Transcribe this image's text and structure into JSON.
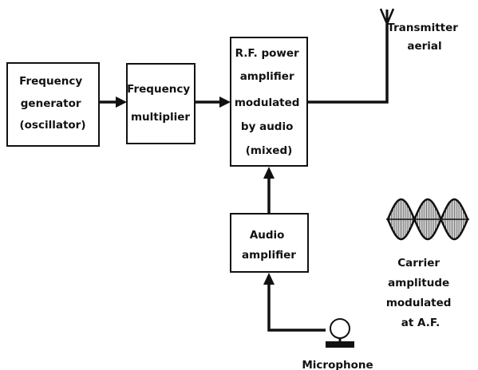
{
  "colors": {
    "ink": "#111111",
    "background": "#ffffff"
  },
  "blocks": {
    "oscillator": [
      "Frequency",
      "generator",
      "(oscillator)"
    ],
    "multiplier": [
      "Frequency",
      "multiplier"
    ],
    "rf_amp": [
      "R.F. power",
      "amplifier",
      "modulated",
      "by audio",
      "(mixed)"
    ],
    "audio_amp": [
      "Audio",
      "amplifier"
    ]
  },
  "labels": {
    "aerial": [
      "Transmitter",
      "aerial"
    ],
    "microphone": "Microphone",
    "modulated_carrier": [
      "Carrier",
      "amplitude",
      "modulated",
      "at A.F."
    ]
  },
  "icons": [
    "aerial-icon",
    "microphone-icon",
    "modulated-carrier-waveform-icon"
  ]
}
